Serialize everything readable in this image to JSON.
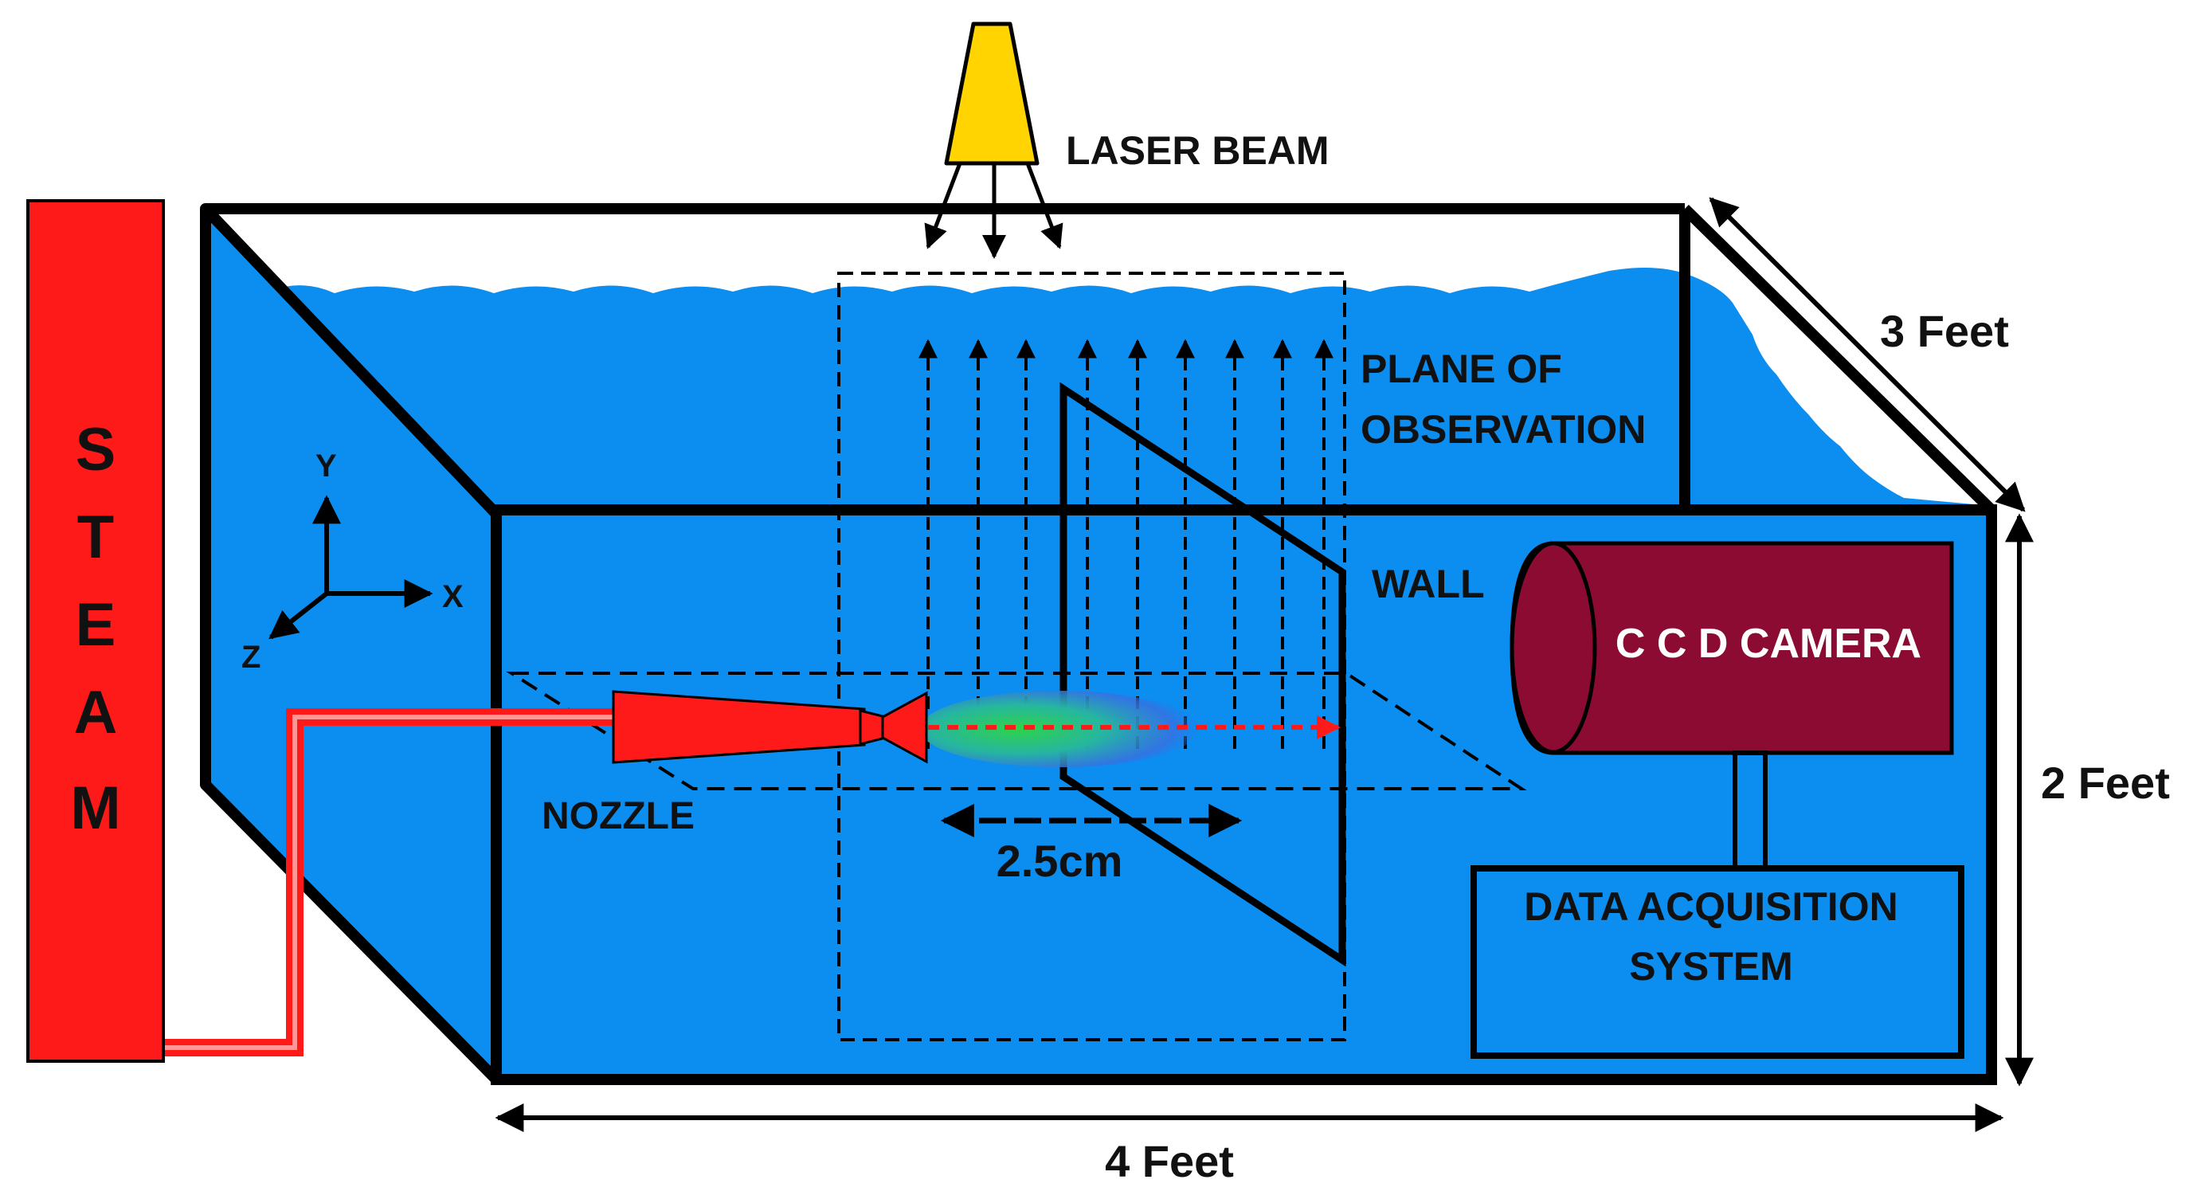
{
  "labels": {
    "steam_letters": [
      "S",
      "T",
      "E",
      "A",
      "M"
    ],
    "laser_beam": "LASER BEAM",
    "plane_line1": "PLANE OF",
    "plane_line2": "OBSERVATION",
    "wall": "WALL",
    "camera": "C C D CAMERA",
    "daq_line1": "DATA ACQUISITION",
    "daq_line2": "SYSTEM",
    "nozzle": "NOZZLE",
    "distance": "2.5cm",
    "width": "4 Feet",
    "height": "2 Feet",
    "depth": "3 Feet",
    "axis_x": "X",
    "axis_y": "Y",
    "axis_z": "Z"
  },
  "colors": {
    "water": "#0b8ef0",
    "steam": "#ff1a1a",
    "laser": "#ffd400",
    "camera": "#8b0b32",
    "nozzle": "#ff1a1a",
    "outline": "#000000"
  }
}
